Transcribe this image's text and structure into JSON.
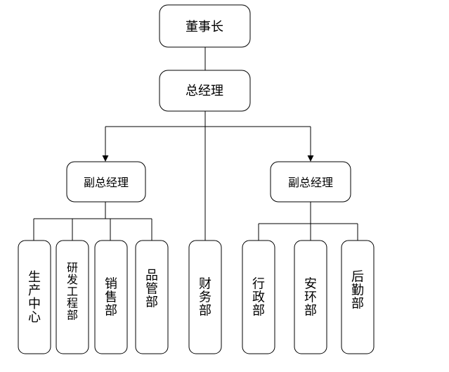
{
  "chart": {
    "chairman": "董事长",
    "general_manager": "总经理",
    "vp_left": "副总经理",
    "vp_right": "副总经理",
    "departments": {
      "production": "生产中心",
      "rnd": "研发工程部",
      "sales": "销售部",
      "quality": "品管部",
      "finance": "财务部",
      "admin": "行政部",
      "ehs": "安环部",
      "logistics": "后勤部"
    }
  },
  "colors": {
    "line": "#000000",
    "box_fill": "#ffffff"
  }
}
